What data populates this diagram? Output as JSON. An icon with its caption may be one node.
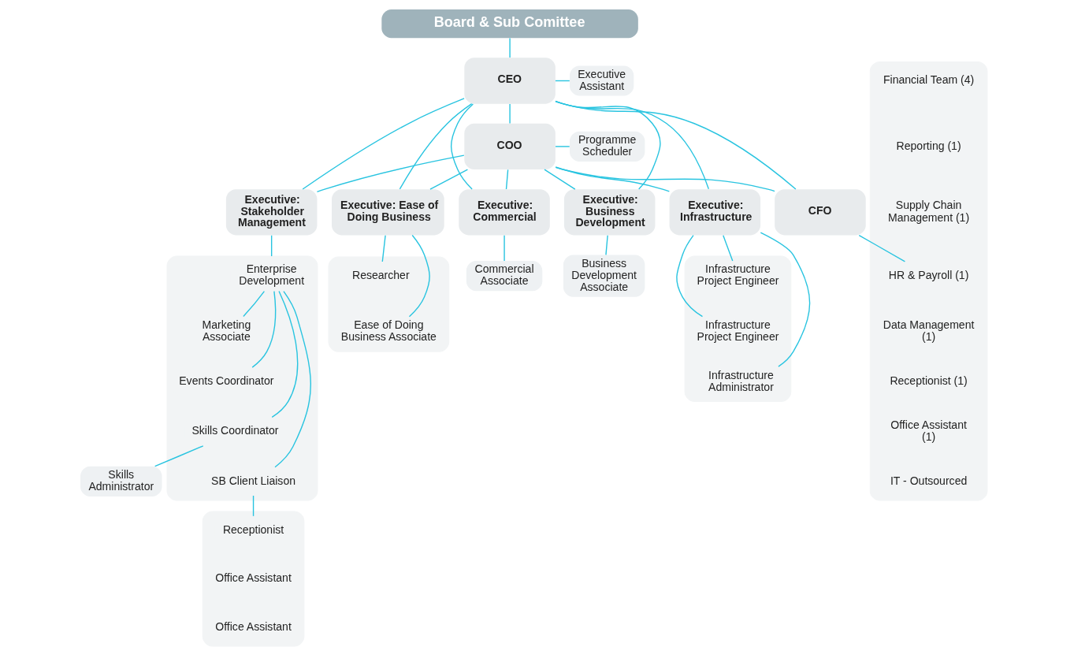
{
  "diagram": {
    "nodes": [
      {
        "text": [
          "Board & Sub Comittee"
        ]
      },
      {
        "text": [
          "CEO"
        ]
      },
      {
        "text": [
          "Executive Assistant"
        ]
      },
      {
        "text": [
          "COO"
        ]
      },
      {
        "text": [
          "Programme Scheduler"
        ]
      },
      {
        "text": [
          "Executive: Stakeholder Management"
        ]
      },
      {
        "text": [
          "Executive: Ease of Doing Business"
        ]
      },
      {
        "text": [
          "Executive: Commercial"
        ]
      },
      {
        "text": [
          "Executive: Business Development"
        ]
      },
      {
        "text": [
          "Executive: Infrastructure"
        ]
      },
      {
        "text": [
          "CFO"
        ]
      },
      {
        "text": [],
        "shape": "box"
      },
      {
        "text": [
          "Enterprise Development"
        ],
        "in": 11
      },
      {
        "text": [
          "Marketing Associate"
        ],
        "in": 11
      },
      {
        "text": [
          "Events Coordinator"
        ],
        "in": 11
      },
      {
        "text": [
          "Skills Coordinator"
        ],
        "in": 11
      },
      {
        "text": [
          "SB Client Liaison"
        ],
        "in": 11
      },
      {
        "text": [],
        "shape": "box"
      },
      {
        "text": [
          "Researcher"
        ],
        "in": 17
      },
      {
        "text": [
          "Ease of Doing Business Associate"
        ],
        "in": 17
      },
      {
        "text": [
          "Commercial Associate"
        ]
      },
      {
        "text": [
          "Business Development Associate"
        ]
      },
      {
        "text": [],
        "shape": "box"
      },
      {
        "text": [
          "Infrastructure Project Engineer"
        ],
        "in": 22
      },
      {
        "text": [
          "Infrastructure Project Engineer"
        ],
        "in": 22
      },
      {
        "text": [
          "Infrastructure Administrator"
        ],
        "in": 22
      },
      {
        "text": [],
        "shape": "box"
      },
      {
        "text": [
          "Financial Team (4)"
        ],
        "in": 26
      },
      {
        "text": [
          "Reporting (1)"
        ],
        "in": 26
      },
      {
        "text": [
          "Supply Chain Management (1)"
        ],
        "in": 26
      },
      {
        "text": [
          "HR & Payroll (1)"
        ],
        "in": 26
      },
      {
        "text": [
          "Data Management (1)"
        ],
        "in": 26
      },
      {
        "text": [
          "Receptionist (1)"
        ],
        "in": 26
      },
      {
        "text": [
          "Office Assistant (1)"
        ],
        "in": 26
      },
      {
        "text": [
          "IT - Outsourced"
        ],
        "in": 26
      },
      {
        "text": [
          "Skills Administrator"
        ]
      },
      {
        "text": [],
        "shape": "box"
      },
      {
        "text": [
          "Receptionist"
        ],
        "in": 36
      },
      {
        "text": [
          "Office Assistant"
        ],
        "in": 36
      },
      {
        "text": [
          "Office Assistant"
        ],
        "in": 36
      }
    ],
    "edges": [
      {
        "from": 0,
        "to": 1,
        "arrow": "none"
      },
      {
        "from": 1,
        "to": 2,
        "arrow": "none"
      },
      {
        "from": 1,
        "to": 3,
        "arrow": "none"
      },
      {
        "from": 3,
        "to": 4,
        "arrow": "none"
      },
      {
        "from": 1,
        "to": 5,
        "arrow": "none"
      },
      {
        "from": 1,
        "to": 6,
        "arrow": "none"
      },
      {
        "from": 1,
        "to": 7,
        "arrow": "none"
      },
      {
        "from": 1,
        "to": 8,
        "arrow": "none"
      },
      {
        "from": 1,
        "to": 9,
        "arrow": "none"
      },
      {
        "from": 1,
        "to": 10,
        "arrow": "none"
      },
      {
        "from": 3,
        "to": 5,
        "arrow": "none"
      },
      {
        "from": 3,
        "to": 6,
        "arrow": "none"
      },
      {
        "from": 3,
        "to": 7,
        "arrow": "none"
      },
      {
        "from": 3,
        "to": 8,
        "arrow": "none"
      },
      {
        "from": 3,
        "to": 9,
        "arrow": "none"
      },
      {
        "from": 3,
        "to": 10,
        "arrow": "none"
      },
      {
        "from": 5,
        "to": 11,
        "arrow": "none"
      },
      {
        "from": 12,
        "to": 13,
        "arrow": "none"
      },
      {
        "from": 12,
        "to": 14,
        "arrow": "none"
      },
      {
        "from": 12,
        "to": 15,
        "arrow": "none"
      },
      {
        "from": 12,
        "to": 16,
        "arrow": "none"
      },
      {
        "from": 6,
        "to": 18,
        "arrow": "none"
      },
      {
        "from": 6,
        "to": 19,
        "arrow": "none"
      },
      {
        "from": 7,
        "to": 20,
        "arrow": "none"
      },
      {
        "from": 8,
        "to": 21,
        "arrow": "none"
      },
      {
        "from": 9,
        "to": 23,
        "arrow": "none"
      },
      {
        "from": 9,
        "to": 24,
        "arrow": "none"
      },
      {
        "from": 9,
        "to": 25,
        "arrow": "none"
      },
      {
        "from": 10,
        "to": 30,
        "arrow": "none"
      },
      {
        "from": 15,
        "to": 35,
        "arrow": "none"
      },
      {
        "from": 16,
        "to": 37,
        "arrow": "none"
      }
    ]
  }
}
